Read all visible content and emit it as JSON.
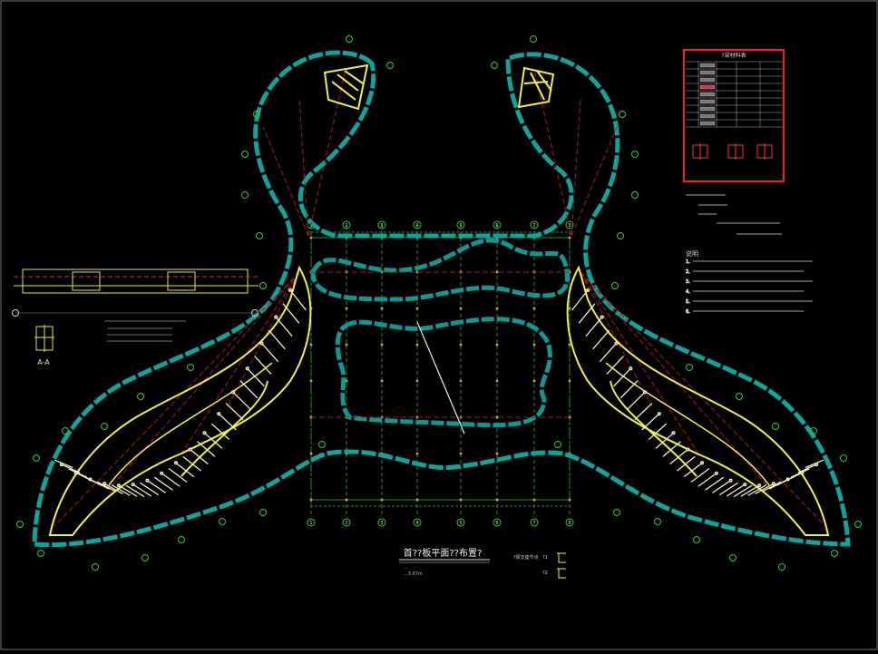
{
  "drawing": {
    "title": "首??板平面??布置?",
    "subtitle_line1": "...",
    "subtitle_line2": "...3.07m"
  },
  "grid_labels": {
    "top": [
      "1",
      "2",
      "3",
      "4",
      "5",
      "6",
      "7",
      "8"
    ],
    "bottom": [
      "1",
      "2",
      "3",
      "4",
      "5",
      "6",
      "7",
      "8"
    ]
  },
  "section_label": "A-A",
  "material_table": {
    "title": "?梁材料表",
    "row_count": 9
  },
  "notes": {
    "heading": "说明",
    "items": [
      "1.",
      "2.",
      "3.",
      "4.",
      "5.",
      "6."
    ]
  },
  "legend": {
    "label": "?梁支座节点",
    "keys": [
      "?1",
      "?2"
    ]
  },
  "colors": {
    "background": "#000000",
    "outline": "#0aa7a0",
    "steel": "#ffff33",
    "grid": "#22aa22",
    "axis": "#cc2222",
    "table_border": "#ff0000"
  }
}
